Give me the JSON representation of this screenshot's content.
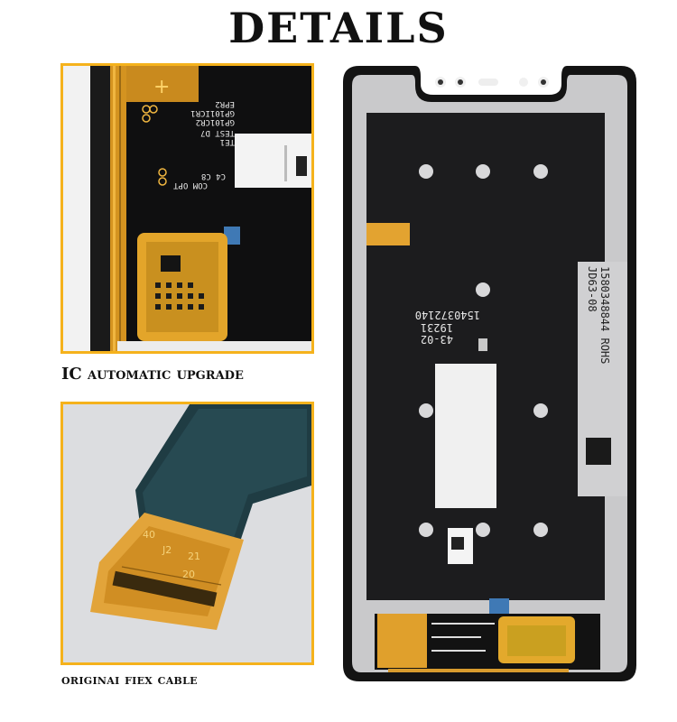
{
  "header": {
    "title": "DETAILS"
  },
  "panels": {
    "ic_upgrade": {
      "caption": "IC automatic upgrade",
      "pcb_labels": [
        "EPR2",
        "GP101ICR1",
        "GP101CR2",
        "TEST D7",
        "TE1",
        "COM OPT",
        "C4 C8"
      ]
    },
    "flex_cable": {
      "caption": "originai fiex cable",
      "connector_labels": [
        "40",
        "J2",
        "21",
        "20"
      ]
    }
  },
  "phone_back": {
    "sticker_lines": [
      "1580348844 ROHS",
      "JD63-08"
    ],
    "flex_lines": [
      "1540372140",
      "19231",
      "43-02"
    ]
  },
  "colors": {
    "accent_border": "#f5b21c",
    "flex_amber": "#e8a425",
    "panel_dark": "#1c1c1e"
  }
}
